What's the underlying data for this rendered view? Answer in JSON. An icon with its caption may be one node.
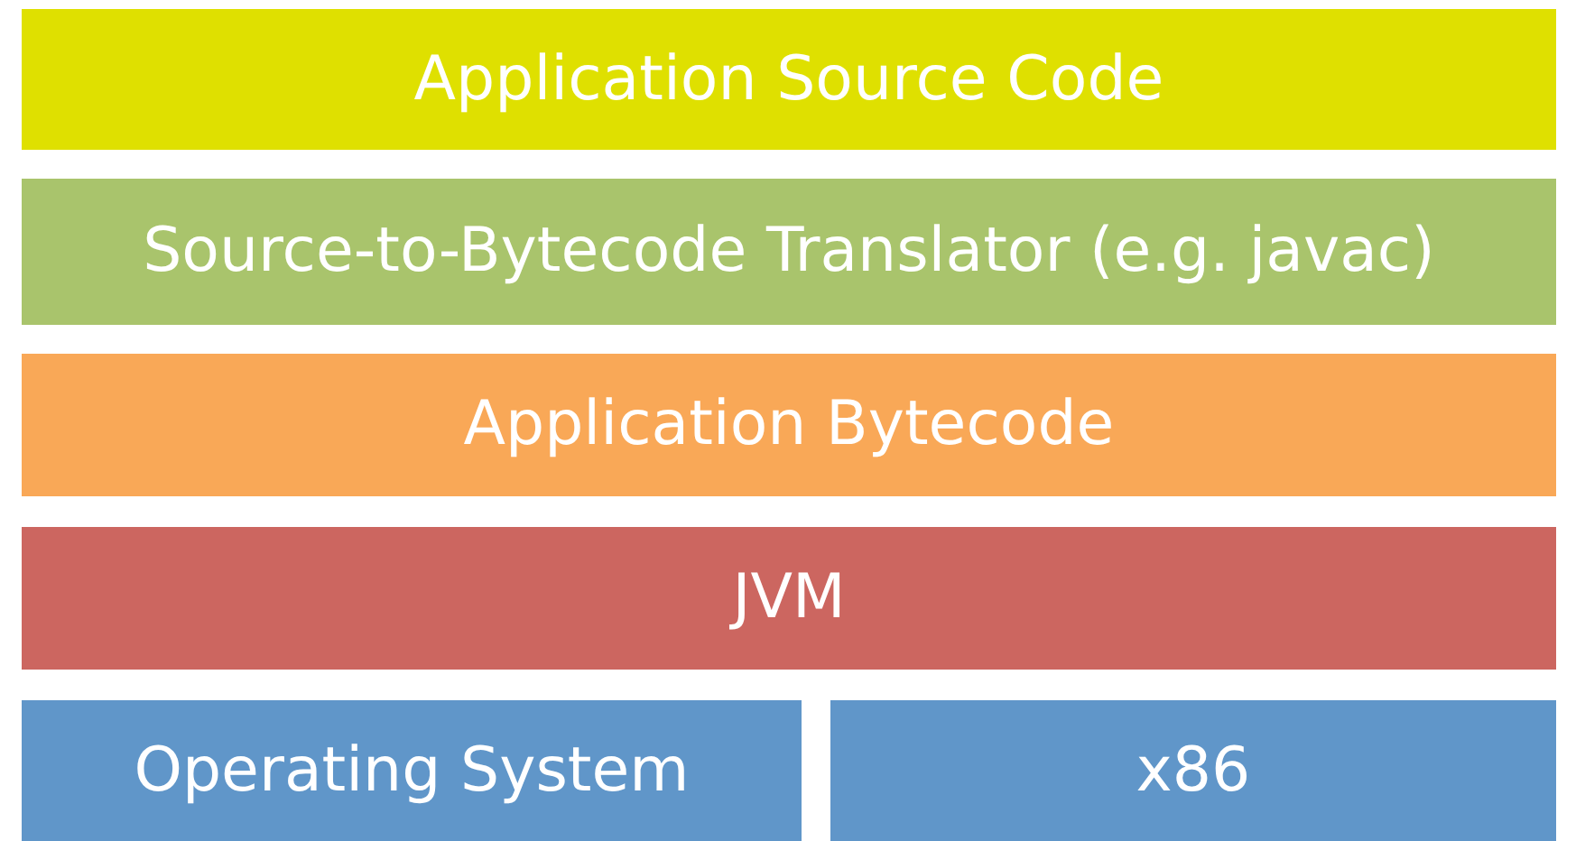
{
  "diagram": {
    "nodes": [
      {
        "text": [
          "Application Source Code"
        ]
      },
      {
        "text": [
          "Source-to-Bytecode Translator (e.g. javac)"
        ]
      },
      {
        "text": [
          "Application Bytecode"
        ]
      },
      {
        "text": [
          "JVM"
        ]
      },
      {
        "text": [
          "Operating System"
        ]
      },
      {
        "text": [
          "x86"
        ]
      }
    ]
  }
}
